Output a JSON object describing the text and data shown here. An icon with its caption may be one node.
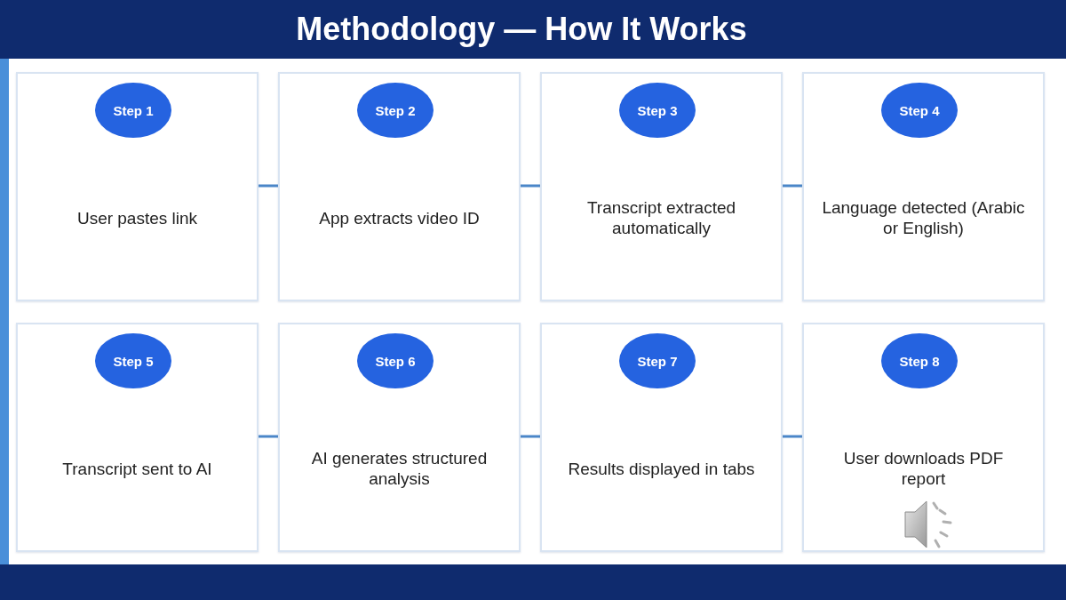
{
  "diagram": {
    "title": "Methodology — How It Works",
    "nodes": [
      {
        "text": [
          "User pastes link"
        ]
      },
      {
        "text": [
          "Step 1"
        ],
        "in": 0
      },
      {
        "text": [
          "App extracts video ID"
        ]
      },
      {
        "text": [
          "Step 2"
        ],
        "in": 2
      },
      {
        "text": [
          "Transcript extracted automatically"
        ]
      },
      {
        "text": [
          "Step 3"
        ],
        "in": 4
      },
      {
        "text": [
          "Language detected (Arabic or English)"
        ]
      },
      {
        "text": [
          "Step 4"
        ],
        "in": 6
      },
      {
        "text": [
          "Transcript sent to AI"
        ]
      },
      {
        "text": [
          "Step 5"
        ],
        "in": 8
      },
      {
        "text": [
          "AI generates structured analysis"
        ]
      },
      {
        "text": [
          "Step 6"
        ],
        "in": 10
      },
      {
        "text": [
          "Results displayed in tabs"
        ]
      },
      {
        "text": [
          "Step 7"
        ],
        "in": 12
      },
      {
        "text": [
          "User downloads PDF report"
        ]
      },
      {
        "text": [
          "Step 8"
        ],
        "in": 14
      }
    ],
    "edges": [
      {
        "from": 0,
        "to": 2,
        "arrow": "none"
      },
      {
        "from": 2,
        "to": 4,
        "arrow": "none"
      },
      {
        "from": 4,
        "to": 6,
        "arrow": "none"
      },
      {
        "from": 8,
        "to": 10,
        "arrow": "none"
      },
      {
        "from": 10,
        "to": 12,
        "arrow": "none"
      },
      {
        "from": 12,
        "to": 14,
        "arrow": "none"
      }
    ]
  }
}
